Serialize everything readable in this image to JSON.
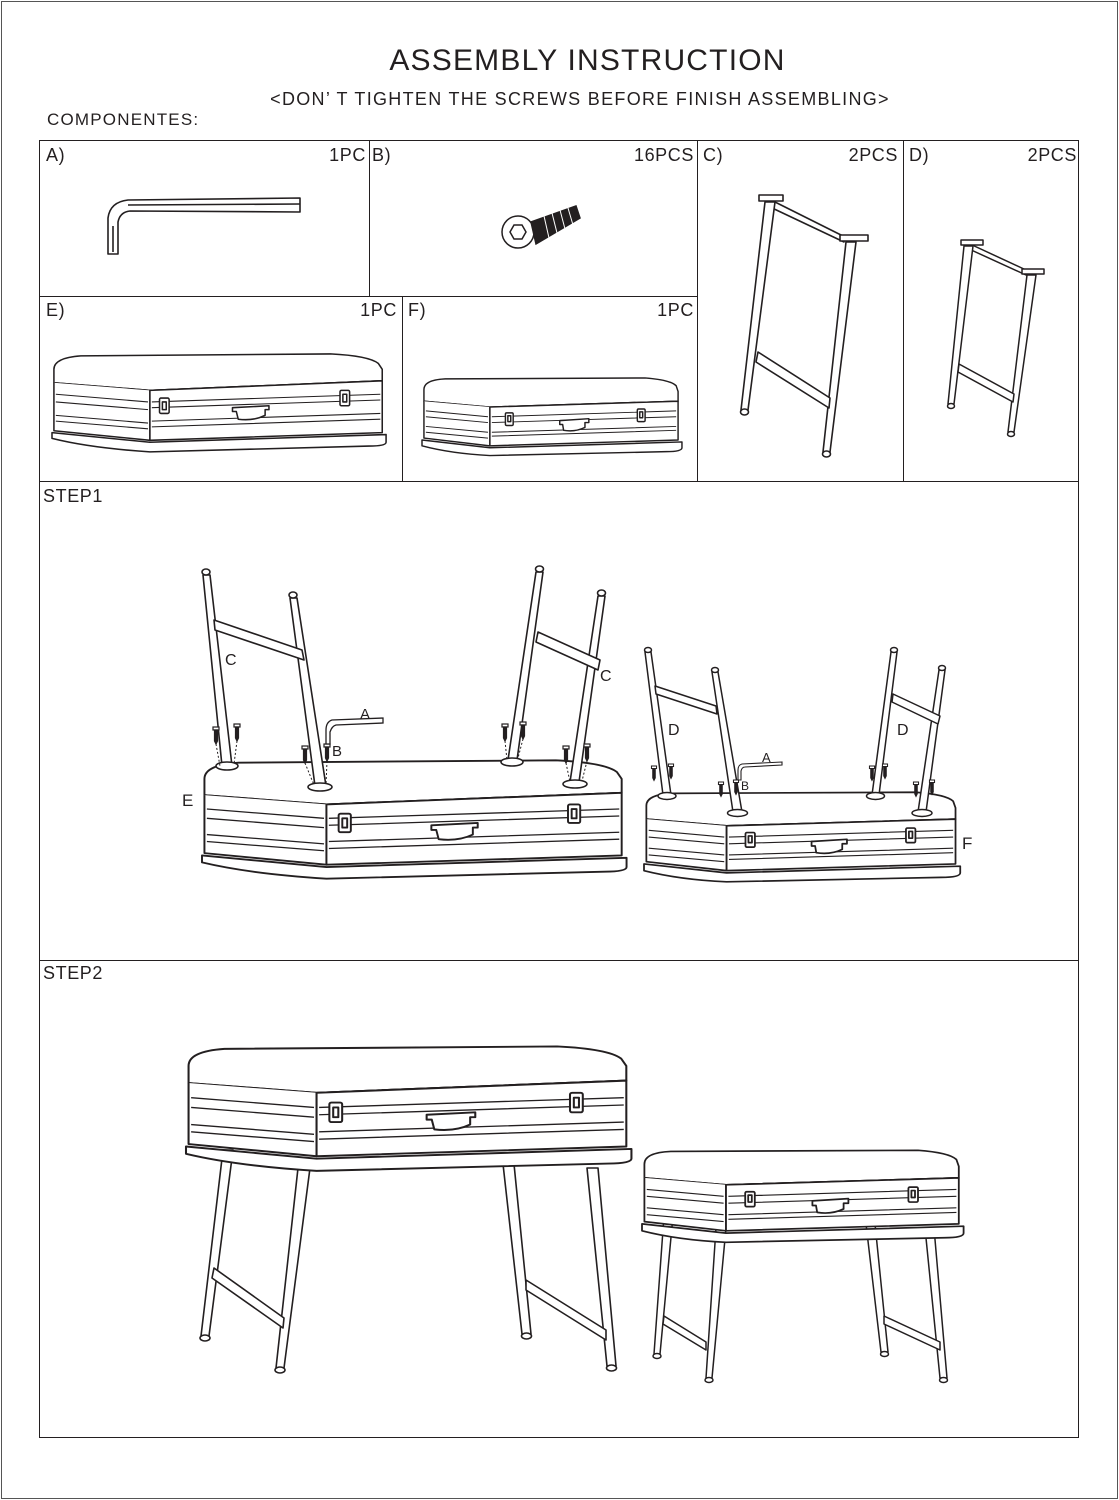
{
  "header": {
    "title": "ASSEMBLY INSTRUCTION",
    "subtitle": "<DON’ T TIGHTEN THE SCREWS BEFORE FINISH ASSEMBLING>",
    "components_heading": "COMPONENTES:"
  },
  "components": [
    {
      "letter": "A)",
      "qty": "1PC",
      "icon": "allen-key-icon"
    },
    {
      "letter": "B)",
      "qty": "16PCS",
      "icon": "screw-icon"
    },
    {
      "letter": "C)",
      "qty": "2PCS",
      "icon": "large-leg-frame-icon"
    },
    {
      "letter": "D)",
      "qty": "2PCS",
      "icon": "small-leg-frame-icon"
    },
    {
      "letter": "E)",
      "qty": "1PC",
      "icon": "large-suitcase-top-icon"
    },
    {
      "letter": "F)",
      "qty": "1PC",
      "icon": "small-suitcase-top-icon"
    }
  ],
  "steps": [
    {
      "label": "STEP1",
      "callouts": [
        "C",
        "C",
        "A",
        "B",
        "E",
        "D",
        "D",
        "A",
        "B",
        "F"
      ]
    },
    {
      "label": "STEP2"
    }
  ]
}
